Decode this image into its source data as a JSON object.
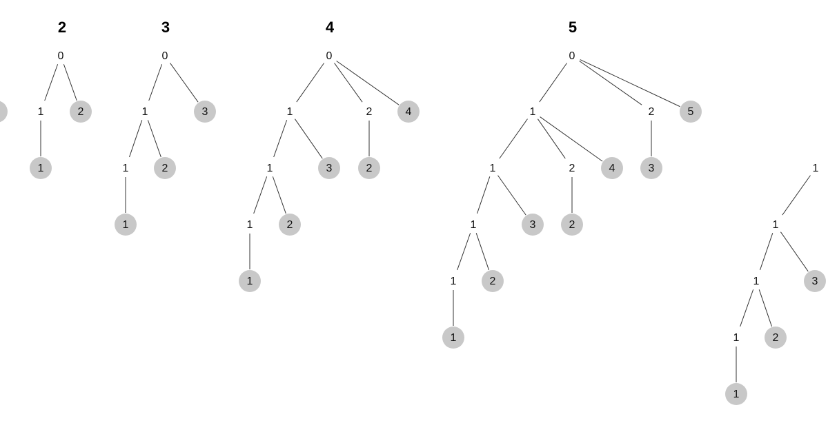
{
  "trees": [
    {
      "title": "",
      "nodes": [
        {
          "label": "",
          "leaf": true
        }
      ],
      "edges": []
    },
    {
      "title": "2",
      "nodes": [
        {
          "label": "0",
          "leaf": false
        },
        {
          "label": "1",
          "leaf": false
        },
        {
          "label": "2",
          "leaf": true
        },
        {
          "label": "1",
          "leaf": true
        }
      ],
      "edges": [
        [
          0,
          1
        ],
        [
          0,
          2
        ],
        [
          1,
          3
        ]
      ]
    },
    {
      "title": "3",
      "nodes": [
        {
          "label": "0",
          "leaf": false
        },
        {
          "label": "1",
          "leaf": false
        },
        {
          "label": "3",
          "leaf": true
        },
        {
          "label": "1",
          "leaf": false
        },
        {
          "label": "2",
          "leaf": true
        },
        {
          "label": "1",
          "leaf": true
        }
      ],
      "edges": [
        [
          0,
          1
        ],
        [
          0,
          2
        ],
        [
          1,
          3
        ],
        [
          1,
          4
        ],
        [
          3,
          5
        ]
      ]
    },
    {
      "title": "4",
      "nodes": [
        {
          "label": "0",
          "leaf": false
        },
        {
          "label": "1",
          "leaf": false
        },
        {
          "label": "2",
          "leaf": false
        },
        {
          "label": "4",
          "leaf": true
        },
        {
          "label": "1",
          "leaf": false
        },
        {
          "label": "3",
          "leaf": true
        },
        {
          "label": "2",
          "leaf": true
        },
        {
          "label": "1",
          "leaf": false
        },
        {
          "label": "2",
          "leaf": true
        },
        {
          "label": "1",
          "leaf": true
        }
      ],
      "edges": [
        [
          0,
          1
        ],
        [
          0,
          2
        ],
        [
          0,
          3
        ],
        [
          1,
          4
        ],
        [
          1,
          5
        ],
        [
          2,
          6
        ],
        [
          4,
          7
        ],
        [
          4,
          8
        ],
        [
          7,
          9
        ]
      ]
    },
    {
      "title": "5",
      "nodes": [
        {
          "label": "0",
          "leaf": false
        },
        {
          "label": "1",
          "leaf": false
        },
        {
          "label": "2",
          "leaf": false
        },
        {
          "label": "5",
          "leaf": true
        },
        {
          "label": "1",
          "leaf": false
        },
        {
          "label": "2",
          "leaf": false
        },
        {
          "label": "4",
          "leaf": true
        },
        {
          "label": "3",
          "leaf": true
        },
        {
          "label": "1",
          "leaf": false
        },
        {
          "label": "3",
          "leaf": true
        },
        {
          "label": "2",
          "leaf": true
        },
        {
          "label": "1",
          "leaf": false
        },
        {
          "label": "2",
          "leaf": true
        },
        {
          "label": "1",
          "leaf": true
        }
      ],
      "edges": [
        [
          0,
          1
        ],
        [
          0,
          2
        ],
        [
          0,
          3
        ],
        [
          1,
          4
        ],
        [
          1,
          5
        ],
        [
          1,
          6
        ],
        [
          2,
          7
        ],
        [
          4,
          8
        ],
        [
          4,
          9
        ],
        [
          5,
          10
        ],
        [
          8,
          11
        ],
        [
          8,
          12
        ],
        [
          11,
          13
        ]
      ]
    },
    {
      "title": "",
      "nodes": [
        {
          "label": "1",
          "leaf": false
        },
        {
          "label": "1",
          "leaf": false
        },
        {
          "label": "1",
          "leaf": false
        },
        {
          "label": "3",
          "leaf": true
        },
        {
          "label": "1",
          "leaf": false
        },
        {
          "label": "2",
          "leaf": true
        },
        {
          "label": "1",
          "leaf": true
        }
      ],
      "edges": [
        [
          0,
          1
        ],
        [
          1,
          2
        ],
        [
          1,
          3
        ],
        [
          2,
          4
        ],
        [
          2,
          5
        ],
        [
          4,
          6
        ]
      ]
    }
  ]
}
